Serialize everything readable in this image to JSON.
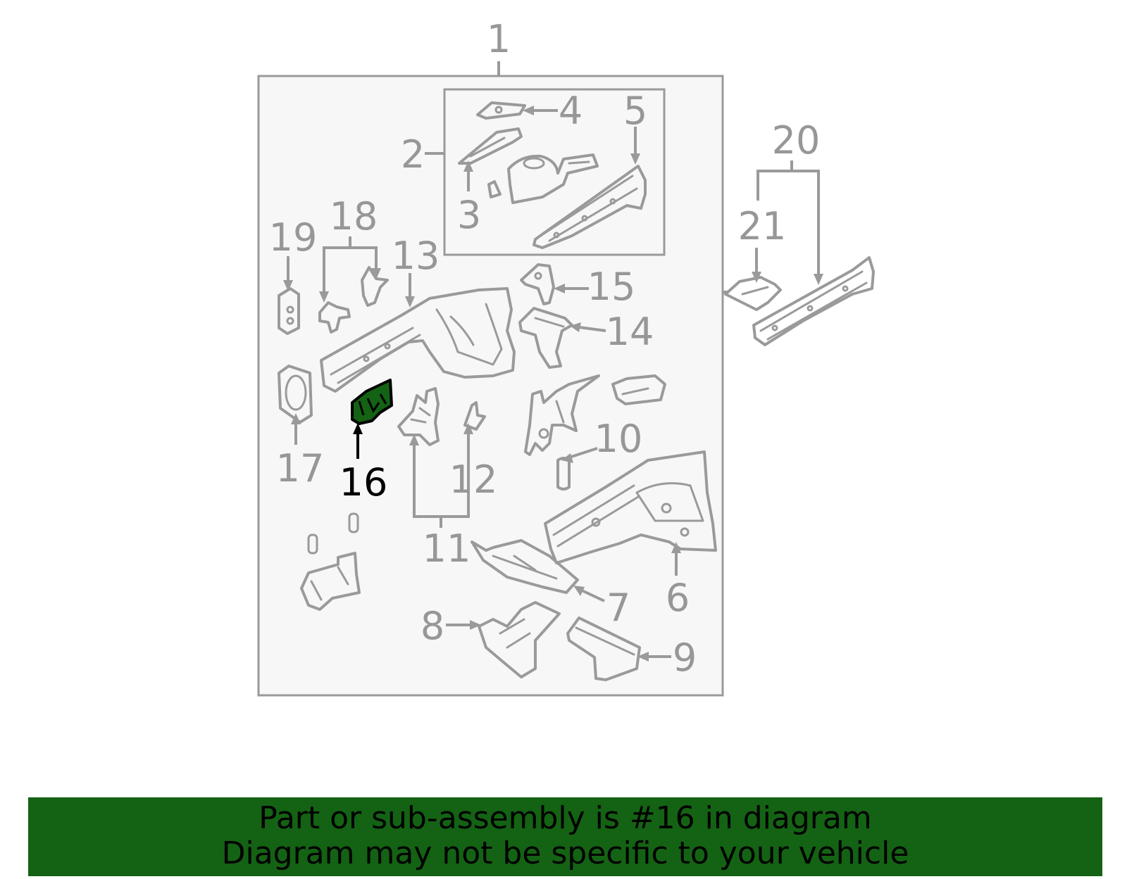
{
  "diagram": {
    "highlight_color": "#146214",
    "callouts": [
      {
        "id": "c1",
        "text": "1"
      },
      {
        "id": "c2",
        "text": "2"
      },
      {
        "id": "c3",
        "text": "3"
      },
      {
        "id": "c4",
        "text": "4"
      },
      {
        "id": "c5",
        "text": "5"
      },
      {
        "id": "c6",
        "text": "6"
      },
      {
        "id": "c7",
        "text": "7"
      },
      {
        "id": "c8",
        "text": "8"
      },
      {
        "id": "c9",
        "text": "9"
      },
      {
        "id": "c10",
        "text": "10"
      },
      {
        "id": "c11",
        "text": "11"
      },
      {
        "id": "c12",
        "text": "12"
      },
      {
        "id": "c13",
        "text": "13"
      },
      {
        "id": "c14",
        "text": "14"
      },
      {
        "id": "c15",
        "text": "15"
      },
      {
        "id": "c16",
        "text": "16"
      },
      {
        "id": "c17",
        "text": "17"
      },
      {
        "id": "c18",
        "text": "18"
      },
      {
        "id": "c19",
        "text": "19"
      },
      {
        "id": "c20",
        "text": "20"
      },
      {
        "id": "c21",
        "text": "21"
      }
    ],
    "highlighted_callout": "16"
  },
  "banner": {
    "line1": "Part or sub-assembly is #16 in diagram",
    "line2": "Diagram may not be specific to your vehicle",
    "background": "#146214"
  }
}
